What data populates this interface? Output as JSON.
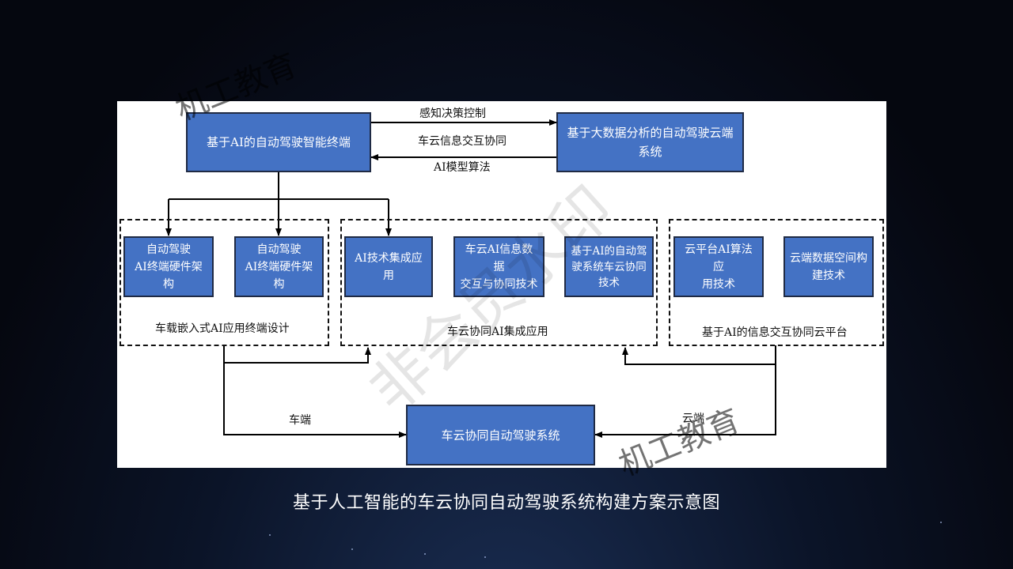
{
  "diagram": {
    "top_left_box": "基于AI的自动驾驶智能终端",
    "top_right_box": "基于大数据分析的自动驾驶云端系统",
    "arrow_labels": {
      "perception": "感知决策控制",
      "interaction": "车云信息交互协同",
      "model": "AI模型算法",
      "vehicle_end": "车端",
      "cloud_end": "云端"
    },
    "groups": [
      {
        "label": "车载嵌入式AI应用终端设计",
        "boxes": [
          "自动驾驶\nAI终端硬件架构",
          "自动驾驶\nAI终端硬件架构"
        ]
      },
      {
        "label": "车云协同AI集成应用",
        "boxes": [
          "AI技术集成应用",
          "车云AI信息数据\n交互与协同技术",
          "基于AI的自动驾\n驶系统车云协同\n技术"
        ]
      },
      {
        "label": "基于AI的信息交互协同云平台",
        "boxes": [
          "云平台AI算法应\n用技术",
          "云端数据空间构\n建技术"
        ]
      }
    ],
    "bottom_box": "车云协同自动驾驶系统"
  },
  "caption": "基于人工智能的车云协同自动驾驶系统构建方案示意图",
  "watermarks": [
    "机工教育",
    "机工教育",
    "非会员水印"
  ],
  "colors": {
    "box_fill": "#4472c4",
    "box_border": "#1f2a44",
    "background": "#05070f"
  }
}
